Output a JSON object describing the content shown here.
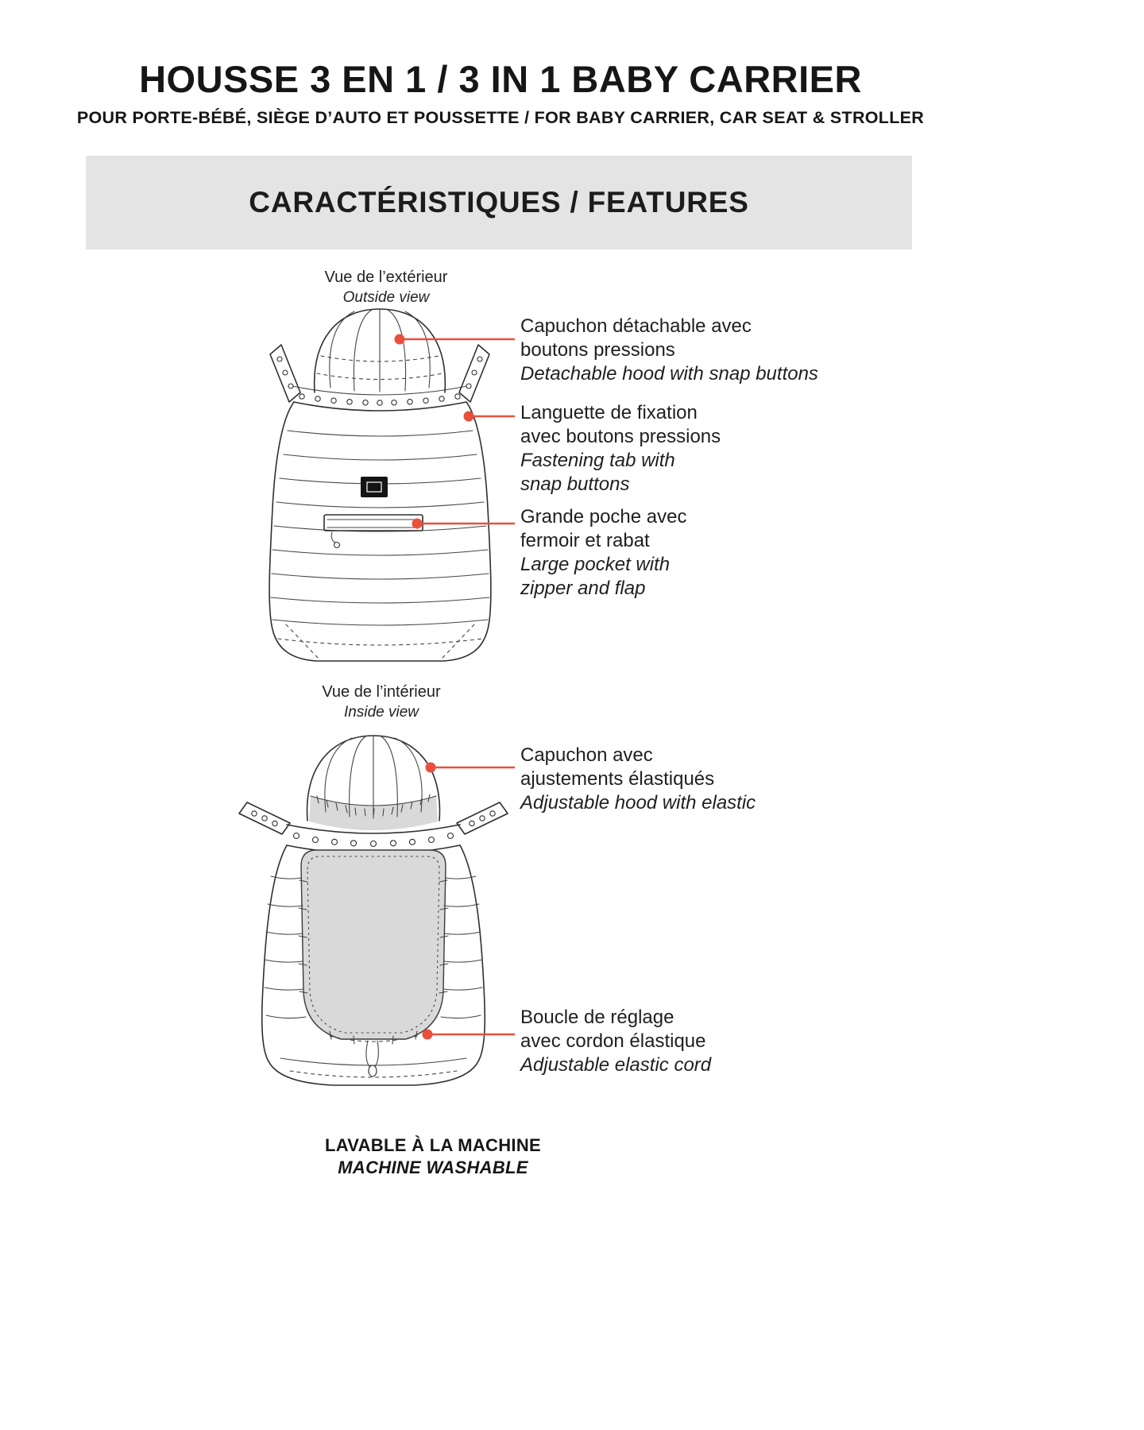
{
  "colors": {
    "accent": "#e8503c",
    "banner_bg": "#e4e4e4",
    "ink": "#1b1b1b",
    "panel_gray": "#d9d9d9"
  },
  "header": {
    "title": "HOUSSE 3 EN 1 / 3 IN 1 BABY CARRIER",
    "subtitle": "POUR PORTE-BÉBÉ, SIÈGE D’AUTO ET POUSSETTE / FOR BABY CARRIER, CAR SEAT & STROLLER"
  },
  "banner": {
    "label": "CARACTÉRISTIQUES / FEATURES"
  },
  "outside_view": {
    "label_fr": "Vue de l’extérieur",
    "label_en": "Outside view",
    "callouts": [
      {
        "fr": [
          "Capuchon détachable avec",
          "boutons pressions"
        ],
        "en": [
          "Detachable hood with snap buttons"
        ]
      },
      {
        "fr": [
          "Languette de fixation",
          "avec boutons pressions"
        ],
        "en": [
          "Fastening tab with",
          "snap buttons"
        ]
      },
      {
        "fr": [
          "Grande poche avec",
          "fermoir et rabat"
        ],
        "en": [
          "Large pocket with",
          "zipper and flap"
        ]
      }
    ]
  },
  "inside_view": {
    "label_fr": "Vue de l’intérieur",
    "label_en": "Inside view",
    "callouts": [
      {
        "fr": [
          "Capuchon avec",
          "ajustements élastiqués"
        ],
        "en": [
          "Adjustable hood with elastic"
        ]
      },
      {
        "fr": [
          "Boucle de réglage",
          "avec cordon élastique"
        ],
        "en": [
          "Adjustable elastic cord"
        ]
      }
    ]
  },
  "footer": {
    "line_fr": "LAVABLE À LA MACHINE",
    "line_en": "MACHINE WASHABLE"
  }
}
